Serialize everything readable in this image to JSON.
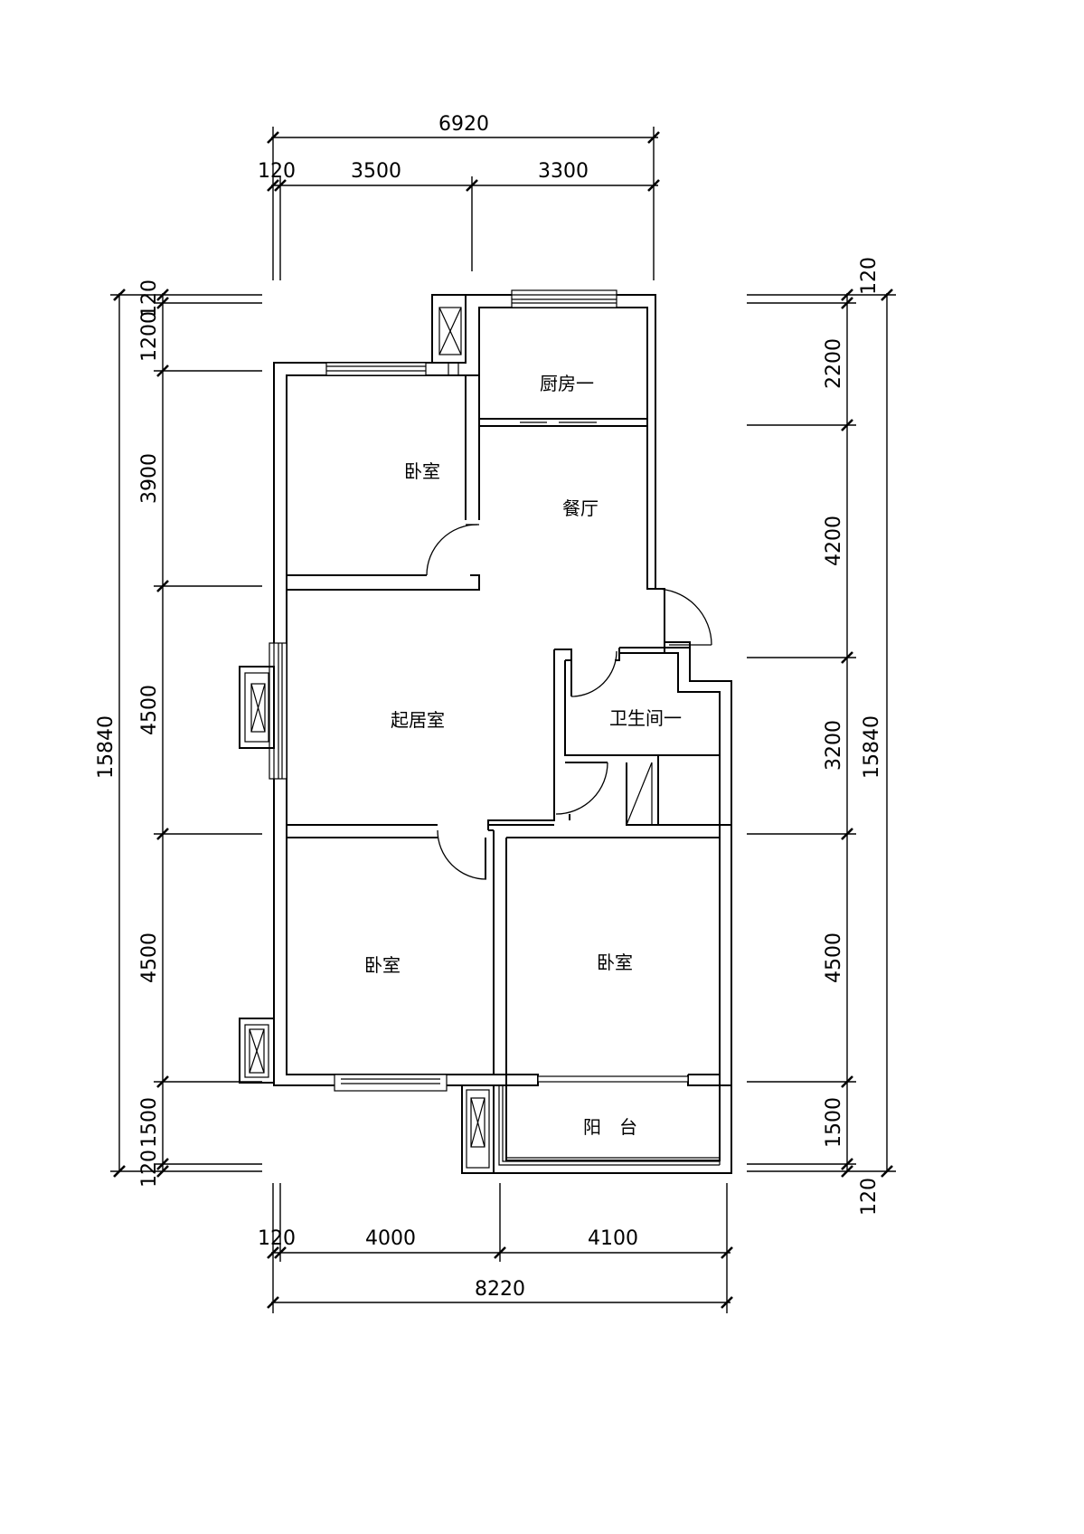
{
  "dimensions": {
    "top_total": "6920",
    "top_left_wall": "120",
    "top_seg_1": "3500",
    "top_seg_2": "3300",
    "bottom_left_wall": "120",
    "bottom_seg_1": "4000",
    "bottom_seg_2": "4100",
    "bottom_total": "8220",
    "left_top_wall": "120",
    "left_seg_1": "1200",
    "left_seg_2": "3900",
    "left_seg_3": "4500",
    "left_seg_4": "4500",
    "left_seg_5": "1500",
    "left_bottom_wall": "120",
    "left_total": "15840",
    "right_top_wall": "120",
    "right_seg_1": "2200",
    "right_seg_2": "4200",
    "right_seg_3": "3200",
    "right_seg_4": "4500",
    "right_seg_5": "1500",
    "right_bottom_wall": "120",
    "right_total": "15840"
  },
  "rooms": {
    "kitchen": "厨房一",
    "bedroom_north": "卧室",
    "dining": "餐厅",
    "living": "起居室",
    "bathroom": "卫生间一",
    "bedroom_southwest": "卧室",
    "bedroom_southeast": "卧室",
    "balcony": "阳　台"
  }
}
